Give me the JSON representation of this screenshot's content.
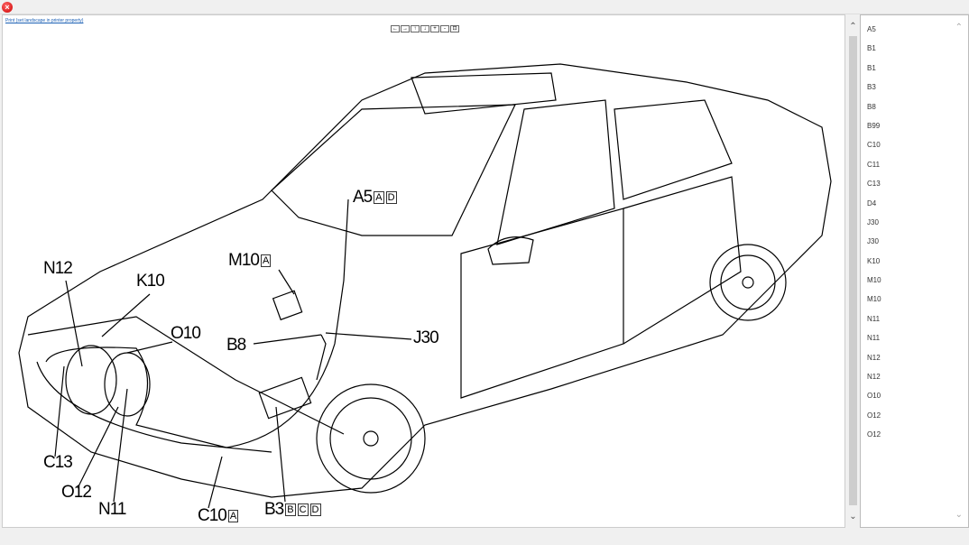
{
  "window": {
    "close_icon": "close-icon"
  },
  "main": {
    "print_link": "Print (set landscape in printer property)",
    "toolbar": [
      "←",
      "→",
      "↑",
      "↓",
      "+",
      "-",
      "⊡"
    ],
    "labels": [
      {
        "id": "A5",
        "boxes": [
          "A",
          "D"
        ]
      },
      {
        "id": "M10",
        "boxes": [
          "A"
        ]
      },
      {
        "id": "N12",
        "boxes": []
      },
      {
        "id": "K10",
        "boxes": []
      },
      {
        "id": "O10",
        "boxes": []
      },
      {
        "id": "B8",
        "boxes": []
      },
      {
        "id": "J30",
        "boxes": []
      },
      {
        "id": "C13",
        "boxes": []
      },
      {
        "id": "O12",
        "boxes": []
      },
      {
        "id": "N11",
        "boxes": []
      },
      {
        "id": "C10",
        "boxes": [
          "A"
        ]
      },
      {
        "id": "B3",
        "boxes": [
          "B",
          "C",
          "D"
        ]
      }
    ]
  },
  "component_list": [
    "A5",
    "B1",
    "B1",
    "B3",
    "B8",
    "B99",
    "C10",
    "C11",
    "C13",
    "D4",
    "J30",
    "J30",
    "K10",
    "M10",
    "M10",
    "N11",
    "N11",
    "N12",
    "N12",
    "O10",
    "O12",
    "O12"
  ]
}
